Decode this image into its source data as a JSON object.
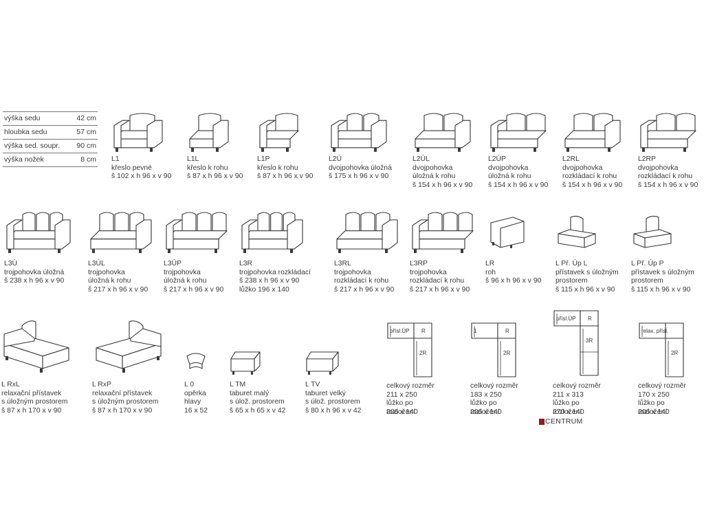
{
  "spec_table": [
    {
      "label": "výška sedu",
      "value": "42 cm"
    },
    {
      "label": "hloubka sedu",
      "value": "57 cm"
    },
    {
      "label": "výška sed. soupr.",
      "value": "90 cm"
    },
    {
      "label": "výška nožek",
      "value": "8 cm"
    }
  ],
  "row1": [
    {
      "code": "L1",
      "lines": [
        "křeslo pevné",
        "š 102 x h 96 x v 90"
      ],
      "icon": "armchair-icon"
    },
    {
      "code": "L1L",
      "lines": [
        "křeslo k rohu",
        "š 87 x h 96 x v 90"
      ],
      "icon": "corner-armchair-left-icon"
    },
    {
      "code": "L1P",
      "lines": [
        "křeslo k rohu",
        "š 87 x h 96 x v 90"
      ],
      "icon": "corner-armchair-right-icon"
    },
    {
      "code": "L2Ú",
      "lines": [
        "dvojpohovka úložná",
        "š 175 x h 96 x v 90"
      ],
      "icon": "two-seat-sofa-icon"
    },
    {
      "code": "L2ÚL",
      "lines": [
        "dvojpohovka",
        "úložná k rohu",
        "š 154 x h 96 x v 90"
      ],
      "icon": "two-seat-sofa-left-icon"
    },
    {
      "code": "L2ÚP",
      "lines": [
        "dvojpohovka",
        "úložná k rohu",
        "š 154 x h 96 x v 90"
      ],
      "icon": "two-seat-sofa-right-icon"
    },
    {
      "code": "L2RL",
      "lines": [
        "dvojpohovka",
        "rozkládací k rohu",
        "š 154 x h 96 x v 90"
      ],
      "icon": "two-seat-bed-left-icon"
    },
    {
      "code": "L2RP",
      "lines": [
        "dvojpohovka",
        "rozkládací k rohu",
        "š 154 x h 96 x v 90"
      ],
      "icon": "two-seat-bed-right-icon"
    }
  ],
  "row2": [
    {
      "code": "L3Ú",
      "lines": [
        "trojpohovka úložná",
        "š 238 x h 96 x v 90"
      ],
      "icon": "three-seat-sofa-icon"
    },
    {
      "code": "L3ÚL",
      "lines": [
        "trojpohovka",
        "úložná k rohu",
        "š 217 x h 96 x v 90"
      ],
      "icon": "three-seat-sofa-left-icon"
    },
    {
      "code": "L3ÚP",
      "lines": [
        "trojpohovka",
        "úložná k rohu",
        "š 217 x h 96 x v 90"
      ],
      "icon": "three-seat-sofa-right-icon"
    },
    {
      "code": "L3R",
      "lines": [
        "trojpohovka rozkládací",
        "š 238 x h 96 x v 90",
        "lůžko 196 x 140"
      ],
      "icon": "three-seat-bed-icon"
    },
    {
      "code": "L3RL",
      "lines": [
        "trojpohovka",
        "rozkládací k rohu",
        "š 217 x h 96 x v 90"
      ],
      "icon": "three-seat-bed-left-icon"
    },
    {
      "code": "L3RP",
      "lines": [
        "trojpohovka",
        "rozkládací k rohu",
        "š 217 x h 96 x v 90"
      ],
      "icon": "three-seat-bed-right-icon"
    },
    {
      "code": "LR",
      "lines": [
        "roh",
        "š 96 x h 96 x v 90"
      ],
      "icon": "corner-piece-icon"
    },
    {
      "code": "L Př. Úp L",
      "lines": [
        "přístavek s úložným",
        "prostorem",
        "š 115 x h 96 x v 90"
      ],
      "icon": "storage-extension-left-icon"
    },
    {
      "code": "L Př. Úp P",
      "lines": [
        "přístavek s úložným",
        "prostorem",
        "š 115 x h 96 x v 90"
      ],
      "icon": "storage-extension-right-icon"
    }
  ],
  "row3": [
    {
      "code": "L RxL",
      "lines": [
        "relaxační přístavek",
        "s úložným prostorem",
        "š 87 x h 170 x v 90"
      ],
      "icon": "relax-chaise-left-icon"
    },
    {
      "code": "L RxP",
      "lines": [
        "relaxační přístavek",
        "s úložným prostorem",
        "š 87 x h 170 x v 90"
      ],
      "icon": "relax-chaise-right-icon"
    },
    {
      "code": "L 0",
      "lines": [
        "opěrka",
        "hlavy",
        "16 x 52"
      ],
      "icon": "headrest-icon"
    },
    {
      "code": "L TM",
      "lines": [
        "taburet malý",
        "s úlož. prostorem",
        "š 65 x h 65 x v 42"
      ],
      "icon": "small-ottoman-icon"
    },
    {
      "code": "L TV",
      "lines": [
        "taburet velký",
        "s úlož. prostorem",
        "š 80 x h 96 x v 42"
      ],
      "icon": "large-ottoman-icon"
    }
  ],
  "layouts": [
    {
      "labels": [
        "přísl.ÚP",
        "R",
        "2R"
      ],
      "lines": [
        "celkový rozměr",
        "211 x 250",
        "lůžko po rozložení",
        "206 x 140"
      ]
    },
    {
      "labels": [
        "1",
        "R",
        "2R"
      ],
      "lines": [
        "celkový rozměr",
        "183 x 250",
        "lůžko po rozložení",
        "206 x 140"
      ]
    },
    {
      "labels": [
        "přísl.ÚP",
        "R",
        "3R"
      ],
      "lines": [
        "celkový rozměr",
        "211 x 313",
        "lůžko po rozložení",
        "270 x 140"
      ]
    },
    {
      "labels": [
        "relax. přísl.",
        "2R"
      ],
      "lines": [
        "celkový rozměr",
        "170 x 250",
        "lůžko po rozložení",
        "206 x 140"
      ]
    }
  ],
  "logo": {
    "text": "CENTRUM",
    "accent": "#8b1e1e"
  }
}
